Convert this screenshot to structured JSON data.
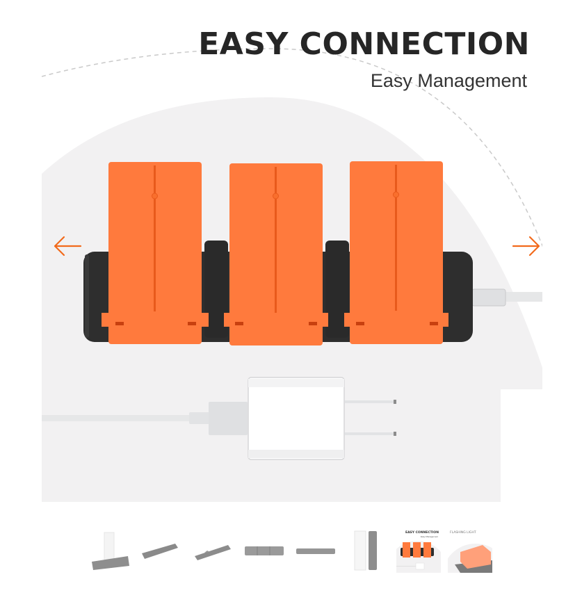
{
  "main_image": {
    "headline": "EASY CONNECTION",
    "subheadline": "Easy Management",
    "colors": {
      "battery_orange": "#FF7A3D",
      "battery_groove": "#E85A1C",
      "dock_black": "#2E2E2E",
      "backdrop_gray": "#F2F1F2",
      "arrow_orange": "#F26A1B",
      "cable_white": "#E8E9EA"
    },
    "battery_count": 3
  },
  "navigation": {
    "prev_icon": "arrow-left-icon",
    "next_icon": "arrow-right-icon"
  },
  "thumbnails": {
    "active_index": 6,
    "items": [
      {
        "kind": "hub-with-box"
      },
      {
        "kind": "hub-angled"
      },
      {
        "kind": "hub-angled-empty"
      },
      {
        "kind": "hub-top"
      },
      {
        "kind": "hub-side"
      },
      {
        "kind": "box-and-hub"
      },
      {
        "kind": "easy-connection",
        "title": "EASY CONNECTION",
        "subtitle": "Easy Management"
      },
      {
        "kind": "flashing-light",
        "title": "FLASHING LIGHT"
      }
    ]
  }
}
